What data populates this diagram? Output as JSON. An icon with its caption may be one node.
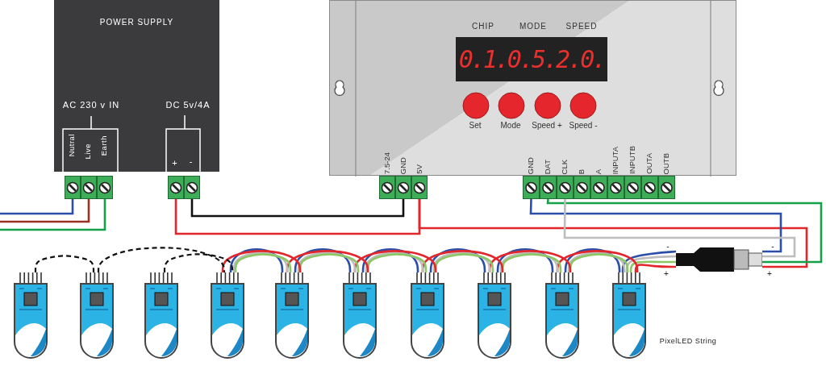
{
  "diagram": {
    "nodes": [
      {
        "text": [
          "POWER SUPPLY",
          "AC 230 v IN",
          "DC 5v/4A",
          "Nutral",
          "Live",
          "Earth",
          "+",
          "-"
        ]
      },
      {
        "text": [],
        "shape": "box"
      },
      {
        "text": [],
        "shape": "box"
      },
      {
        "text": [],
        "shape": "box"
      },
      {
        "text": [],
        "shape": "box"
      },
      {
        "text": [],
        "shape": "box"
      },
      {
        "text": [
          "CHIP",
          "MODE",
          "SPEED"
        ]
      },
      {
        "text": [
          "7.5-24"
        ]
      },
      {
        "text": [
          "GND"
        ]
      },
      {
        "text": [
          "5V"
        ]
      },
      {
        "text": [
          "GND"
        ]
      },
      {
        "text": [
          "DAT"
        ]
      },
      {
        "text": [
          "CLK"
        ]
      },
      {
        "text": [
          "B"
        ]
      },
      {
        "text": [
          "A"
        ]
      },
      {
        "text": [
          "INPUTA"
        ]
      },
      {
        "text": [
          "INPUTB"
        ]
      },
      {
        "text": [
          "OUTA"
        ]
      },
      {
        "text": [
          "OUTB"
        ]
      },
      {
        "text": [],
        "shape": "picture"
      },
      {
        "text": [],
        "shape": "picture"
      },
      {
        "text": [],
        "shape": "picture"
      },
      {
        "text": [],
        "shape": "picture"
      },
      {
        "text": [],
        "shape": "picture"
      },
      {
        "text": [],
        "shape": "picture"
      },
      {
        "text": [],
        "shape": "picture"
      },
      {
        "text": [],
        "shape": "picture"
      },
      {
        "text": [],
        "shape": "picture"
      },
      {
        "text": [],
        "shape": "picture"
      },
      {
        "text": [],
        "shape": "picture"
      }
    ],
    "edges": [
      {
        "from": 1,
        "to": null,
        "arrow": "none",
        "color": "#2b4fa8"
      },
      {
        "from": 2,
        "to": null,
        "arrow": "none",
        "color": "#9a3324"
      },
      {
        "from": 3,
        "to": null,
        "arrow": "none",
        "color": "#17a04a"
      },
      {
        "from": 4,
        "to": 9,
        "arrow": "none",
        "color": "#e3262b"
      },
      {
        "from": 5,
        "to": 8,
        "arrow": "none",
        "color": "#111111"
      },
      {
        "from": 9,
        "to": 19,
        "arrow": "none",
        "color": "#e3262b"
      },
      {
        "from": 10,
        "to": 19,
        "arrow": "none",
        "color": "#2b4fa8"
      },
      {
        "from": 11,
        "to": 19,
        "arrow": "none",
        "color": "#17a04a"
      },
      {
        "from": 12,
        "to": 19,
        "arrow": "none",
        "color": "#bdbdbd"
      },
      {
        "from": 19,
        "to": 29,
        "arrow": "none",
        "color": "#2b4fa8"
      },
      {
        "from": 19,
        "to": 29,
        "arrow": "none",
        "color": "#bdbdbd"
      },
      {
        "from": 19,
        "to": 29,
        "arrow": "none",
        "color": "#8cc665"
      },
      {
        "from": 19,
        "to": 29,
        "arrow": "none",
        "color": "#e3262b"
      },
      {
        "from": 29,
        "to": 28,
        "arrow": "none",
        "color": "#2b4fa8"
      },
      {
        "from": 29,
        "to": 28,
        "arrow": "none",
        "color": "#bdbdbd"
      },
      {
        "from": 29,
        "to": 28,
        "arrow": "none",
        "color": "#8cc665"
      },
      {
        "from": 29,
        "to": 28,
        "arrow": "none",
        "color": "#e3262b"
      },
      {
        "from": 28,
        "to": 27,
        "arrow": "none",
        "color": "#2b4fa8"
      },
      {
        "from": 28,
        "to": 27,
        "arrow": "none",
        "color": "#bdbdbd"
      },
      {
        "from": 28,
        "to": 27,
        "arrow": "none",
        "color": "#8cc665"
      },
      {
        "from": 28,
        "to": 27,
        "arrow": "none",
        "color": "#e3262b"
      },
      {
        "from": 27,
        "to": 26,
        "arrow": "none",
        "color": "#2b4fa8"
      },
      {
        "from": 27,
        "to": 26,
        "arrow": "none",
        "color": "#bdbdbd"
      },
      {
        "from": 27,
        "to": 26,
        "arrow": "none",
        "color": "#8cc665"
      },
      {
        "from": 27,
        "to": 26,
        "arrow": "none",
        "color": "#e3262b"
      },
      {
        "from": 26,
        "to": 25,
        "arrow": "none",
        "color": "#2b4fa8"
      },
      {
        "from": 26,
        "to": 25,
        "arrow": "none",
        "color": "#bdbdbd"
      },
      {
        "from": 26,
        "to": 25,
        "arrow": "none",
        "color": "#8cc665"
      },
      {
        "from": 26,
        "to": 25,
        "arrow": "none",
        "color": "#e3262b"
      },
      {
        "from": 25,
        "to": 24,
        "arrow": "none",
        "color": "#2b4fa8"
      },
      {
        "from": 25,
        "to": 24,
        "arrow": "none",
        "color": "#bdbdbd"
      },
      {
        "from": 25,
        "to": 24,
        "arrow": "none",
        "color": "#8cc665"
      },
      {
        "from": 25,
        "to": 24,
        "arrow": "none",
        "color": "#e3262b"
      },
      {
        "from": 24,
        "to": 23,
        "arrow": "none",
        "color": "#2b4fa8"
      },
      {
        "from": 24,
        "to": 23,
        "arrow": "none",
        "color": "#bdbdbd"
      },
      {
        "from": 24,
        "to": 23,
        "arrow": "none",
        "color": "#8cc665"
      },
      {
        "from": 24,
        "to": 23,
        "arrow": "none",
        "color": "#e3262b"
      },
      {
        "from": 20,
        "to": 21,
        "arrow": "none",
        "style": "dashed",
        "color": "#111111"
      },
      {
        "from": 21,
        "to": 23,
        "arrow": "none",
        "style": "dashed",
        "color": "#111111"
      },
      {
        "from": 22,
        "to": 23,
        "arrow": "none",
        "style": "dashed",
        "color": "#111111"
      }
    ],
    "labels": [
      "0.1.0.5.2.0.",
      "Set",
      "Mode",
      "Speed +",
      "Speed -",
      "-",
      "+",
      "-",
      "+",
      "PixelLED String"
    ]
  }
}
